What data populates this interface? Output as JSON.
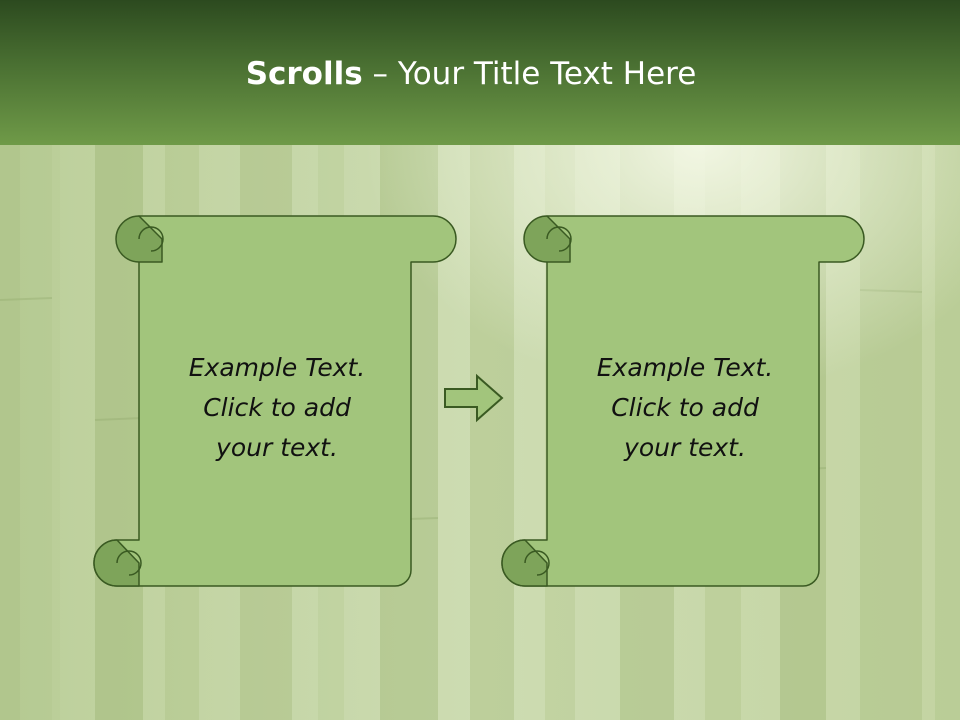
{
  "slide": {
    "title_bold": "Scrolls",
    "title_rest": " – Your Title Text Here",
    "scrolls": [
      {
        "text": "Example Text.\nClick  to add\nyour text."
      },
      {
        "text": "Example Text.\nClick  to add\nyour text."
      }
    ]
  },
  "icons": {
    "scroll": "scroll-icon",
    "arrow": "right-arrow-icon"
  },
  "colors": {
    "title_bar_top": "#2c4a1f",
    "title_bar_bottom": "#6f9a48",
    "scroll_fill": "#a2c57c",
    "scroll_curl": "#7ea45a",
    "outline": "#3a5a22",
    "background": "#cfdcb4"
  }
}
